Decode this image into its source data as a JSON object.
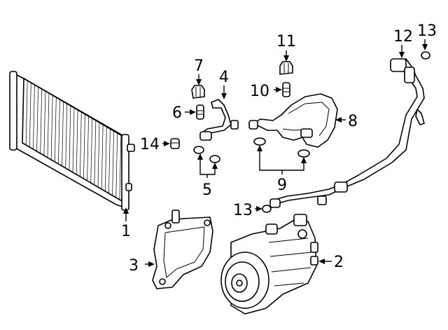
{
  "callouts": {
    "c1": "1",
    "c2": "2",
    "c3": "3",
    "c4": "4",
    "c5": "5",
    "c6": "6",
    "c7": "7",
    "c8": "8",
    "c9": "9",
    "c10": "10",
    "c11": "11",
    "c12": "12",
    "c13a": "13",
    "c13b": "13",
    "c14": "14"
  }
}
